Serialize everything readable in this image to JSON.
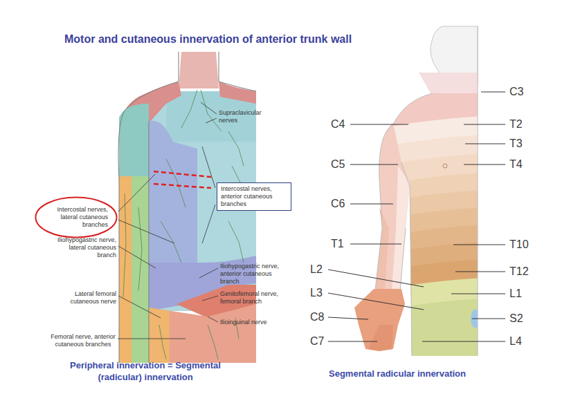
{
  "diagram": {
    "title": "Motor and cutaneous innervation of anterior trunk wall",
    "nodes": [
      {
        "text": [
          "Intercostal nerves, anterior cutaneous branches"
        ]
      },
      {
        "text": [
          "Intercostal nerves, lateral cutaneous branches"
        ]
      }
    ],
    "labels": [
      "Supraclavicular nerves",
      "Iliohypogastric nerve, lateral cutaneous branch",
      "Iliohypogastric nerve, anterior cutaneous branch",
      "Genitofemoral nerve, femoral branch",
      "Lateral femoral cutaneous nerve",
      "Ilioinguinal nerve",
      "Femoral nerve, anterior cutaneous branches",
      "Peripheral innervation = Segmental (radicular) innervation",
      "C3",
      "C4",
      "T2",
      "T3",
      "C5",
      "T4",
      "C6",
      "T1",
      "T10",
      "L2",
      "T12",
      "L3",
      "L1",
      "C8",
      "S2",
      "C7",
      "L4",
      "Segmental radicular innervation"
    ]
  }
}
